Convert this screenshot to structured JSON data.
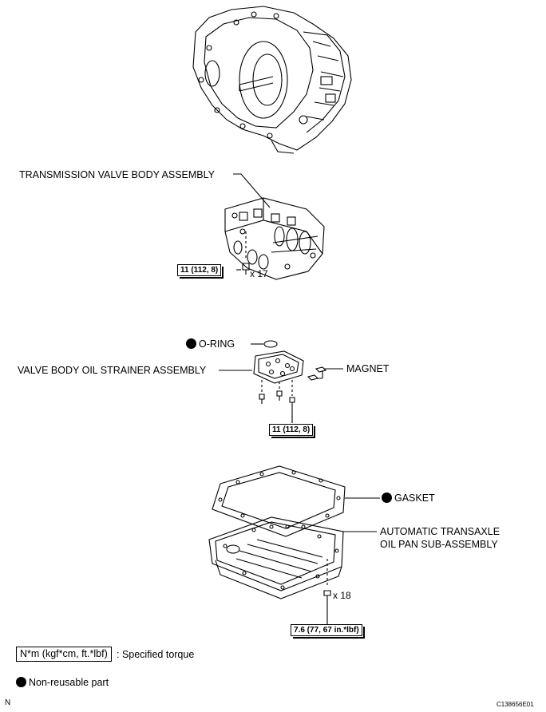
{
  "labels": {
    "valve_body": "TRANSMISSION VALVE BODY ASSEMBLY",
    "o_ring": "O-RING",
    "strainer": "VALVE BODY OIL STRAINER ASSEMBLY",
    "magnet": "MAGNET",
    "gasket": "GASKET",
    "oil_pan_line1": "AUTOMATIC TRANSAXLE",
    "oil_pan_line2": "OIL PAN SUB-ASSEMBLY"
  },
  "torques": {
    "valve_body_bolt": "11 (112, 8)",
    "strainer_bolt": "11 (112, 8)",
    "oil_pan_bolt": "7.6 (77, 67 in.*lbf)"
  },
  "quantities": {
    "valve_body_bolts": "x 17",
    "oil_pan_bolts": "x 18"
  },
  "legend": {
    "torque_unit": "N*m (kgf*cm, ft.*lbf)",
    "torque_desc": ": Specified torque",
    "non_reusable": "Non-reusable part"
  },
  "footer": {
    "corner_mark": "N",
    "figure_id": "C138656E01"
  }
}
